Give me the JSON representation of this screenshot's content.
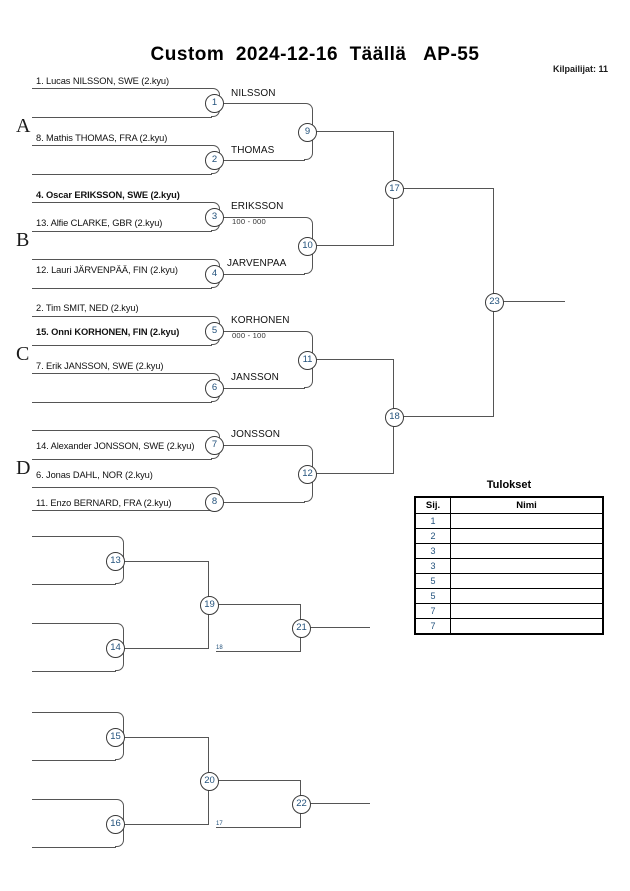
{
  "header": {
    "title": "Custom  2024-12-16  Täällä   AP-55",
    "competitors_label": "Kilpailijat: 11"
  },
  "groups": [
    {
      "label": "A"
    },
    {
      "label": "B"
    },
    {
      "label": "C"
    },
    {
      "label": "D"
    }
  ],
  "entries": [
    {
      "name": "1. Lucas NILSSON, SWE (2.kyu)",
      "bold": false
    },
    {
      "name": "",
      "bold": false
    },
    {
      "name": "8. Mathis THOMAS, FRA (2.kyu)",
      "bold": false
    },
    {
      "name": "",
      "bold": false
    },
    {
      "name": "4. Oscar ERIKSSON, SWE (2.kyu)",
      "bold": true
    },
    {
      "name": "13. Alfie CLARKE, GBR (2.kyu)",
      "bold": false
    },
    {
      "name": "",
      "bold": false
    },
    {
      "name": "12. Lauri JÄRVENPÄÄ, FIN (2.kyu)",
      "bold": false
    },
    {
      "name": "2. Tim SMIT, NED (2.kyu)",
      "bold": false
    },
    {
      "name": "15. Onni KORHONEN, FIN (2.kyu)",
      "bold": true
    },
    {
      "name": "7. Erik JANSSON, SWE (2.kyu)",
      "bold": false
    },
    {
      "name": "",
      "bold": false
    },
    {
      "name": "",
      "bold": false
    },
    {
      "name": "14. Alexander JONSSON, SWE (2.kyu)",
      "bold": false
    },
    {
      "name": "6. Jonas DAHL, NOR (2.kyu)",
      "bold": false
    },
    {
      "name": "11. Enzo BERNARD, FRA (2.kyu)",
      "bold": false
    }
  ],
  "matches": {
    "m1": "1",
    "m2": "2",
    "m3": "3",
    "m4": "4",
    "m5": "5",
    "m6": "6",
    "m7": "7",
    "m8": "8",
    "m9": "9",
    "m10": "10",
    "m11": "11",
    "m12": "12",
    "m13": "13",
    "m14": "14",
    "m15": "15",
    "m16": "16",
    "m17": "17",
    "m18": "18",
    "m19": "19",
    "m20": "20",
    "m21": "21",
    "m22": "22",
    "m23": "23"
  },
  "winners": {
    "w1": "NILSSON",
    "w2": "THOMAS",
    "w3": "ERIKSSON",
    "w4": "JARVENPAA",
    "w5": "KORHONEN",
    "w6": "JANSSON",
    "w7": "JONSSON"
  },
  "scores": {
    "s3": "100 - 000",
    "s5": "000 - 100"
  },
  "tiny_labels": {
    "rep1": "18",
    "rep2": "17"
  },
  "results": {
    "title": "Tulokset",
    "columns": [
      "Sij.",
      "Nimi"
    ],
    "rows": [
      {
        "rank": "1",
        "name": ""
      },
      {
        "rank": "2",
        "name": ""
      },
      {
        "rank": "3",
        "name": ""
      },
      {
        "rank": "3",
        "name": ""
      },
      {
        "rank": "5",
        "name": ""
      },
      {
        "rank": "5",
        "name": ""
      },
      {
        "rank": "7",
        "name": ""
      },
      {
        "rank": "7",
        "name": ""
      }
    ]
  }
}
